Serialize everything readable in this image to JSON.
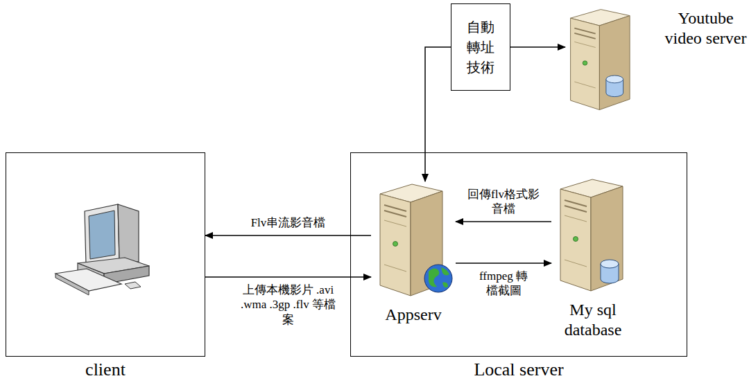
{
  "diagram": {
    "nodes": [
      {
        "text": [
          "自動轉址技術"
        ]
      },
      {
        "text": [
          "Youtube video server"
        ]
      },
      {
        "text": [
          "client"
        ]
      },
      {
        "text": [
          "Local server"
        ]
      },
      {
        "text": [
          "Appserv"
        ],
        "in": 3
      },
      {
        "text": [
          "My sql database"
        ],
        "in": 3
      }
    ],
    "edges": [
      {
        "from": 0,
        "to": 4,
        "arrow": "to"
      },
      {
        "from": 0,
        "to": 1,
        "arrow": "to"
      },
      {
        "from": 4,
        "to": 2,
        "label": "Flv串流影音檔",
        "arrow": "to"
      },
      {
        "from": 2,
        "to": 4,
        "label": "上傳本機影片 .avi .wma .3gp .flv 等檔案",
        "arrow": "to"
      },
      {
        "from": 5,
        "to": 4,
        "label": "回傳flv格式影音檔",
        "arrow": "to"
      },
      {
        "from": 4,
        "to": 5,
        "label": "ffmpeg 轉檔截圖",
        "arrow": "to"
      }
    ]
  }
}
